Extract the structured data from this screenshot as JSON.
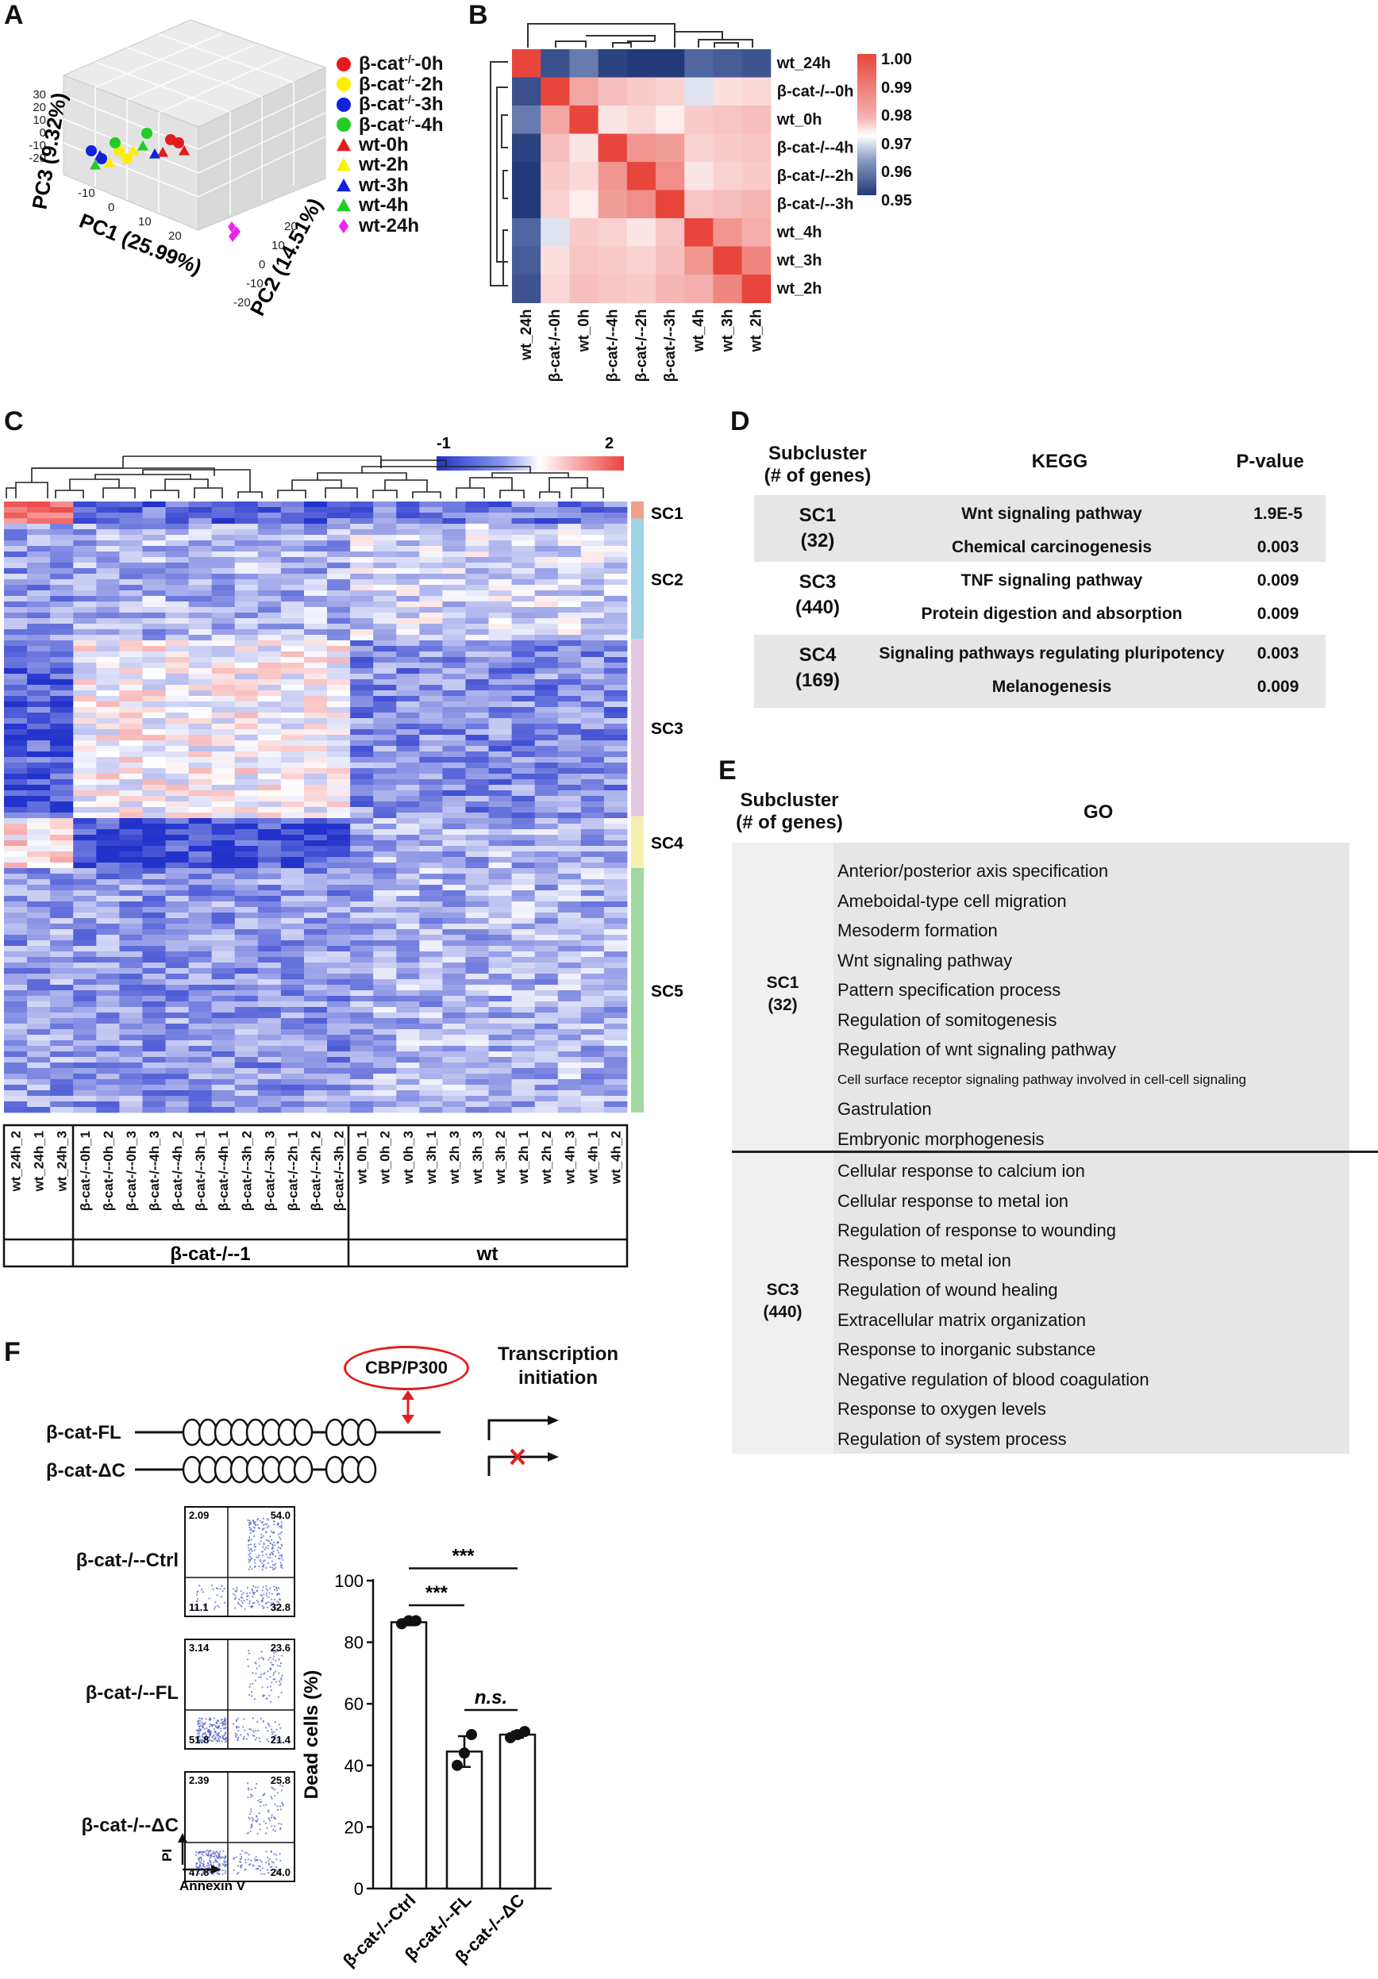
{
  "panels": {
    "A": "A",
    "B": "B",
    "C": "C",
    "D": "D",
    "E": "E",
    "F": "F"
  },
  "colors": {
    "red": "#e41a1c",
    "yellow": "#ffee00",
    "blue": "#1122dd",
    "green": "#22cc22",
    "magenta": "#ee22ee",
    "heat_hi": "#e8463c",
    "heat_lo": "#233a7a",
    "pc_gray": "#e0e0e0"
  },
  "panel_a": {
    "pc1_label": "PC1 (25.99%)",
    "pc2_label": "PC2 (14.51%)",
    "pc3_label": "PC3 (9.32%)",
    "pc3_ticks": [
      "30",
      "20",
      "10",
      "0",
      "-10",
      "-20"
    ],
    "pc1_ticks": [
      "-10",
      "0",
      "10",
      "20"
    ],
    "pc2_ticks": [
      "20",
      "10",
      "0",
      "-10",
      "-20"
    ],
    "legend": [
      {
        "label": "β-cat",
        "sup": "-/-",
        "suffix": "-0h",
        "shape": "circle",
        "color": "#e41a1c"
      },
      {
        "label": "β-cat",
        "sup": "-/-",
        "suffix": "-2h",
        "shape": "circle",
        "color": "#ffee00"
      },
      {
        "label": "β-cat",
        "sup": "-/-",
        "suffix": "-3h",
        "shape": "circle",
        "color": "#1122dd"
      },
      {
        "label": "β-cat",
        "sup": "-/-",
        "suffix": "-4h",
        "shape": "circle",
        "color": "#22cc22"
      },
      {
        "label": "wt-0h",
        "sup": "",
        "suffix": "",
        "shape": "triangle",
        "color": "#e41a1c"
      },
      {
        "label": "wt-2h",
        "sup": "",
        "suffix": "",
        "shape": "triangle",
        "color": "#ffee00"
      },
      {
        "label": "wt-3h",
        "sup": "",
        "suffix": "",
        "shape": "triangle",
        "color": "#1122dd"
      },
      {
        "label": "wt-4h",
        "sup": "",
        "suffix": "",
        "shape": "triangle",
        "color": "#22cc22"
      },
      {
        "label": "wt-24h",
        "sup": "",
        "suffix": "",
        "shape": "diamond",
        "color": "#ee22ee"
      }
    ]
  },
  "panel_b": {
    "row_labels": [
      "wt_24h",
      "β-cat-/--0h",
      "wt_0h",
      "β-cat-/--4h",
      "β-cat-/--2h",
      "β-cat-/--3h",
      "wt_4h",
      "wt_3h",
      "wt_2h"
    ],
    "col_labels": [
      "wt_24h",
      "β-cat-/--0h",
      "wt_0h",
      "β-cat-/--4h",
      "β-cat-/--2h",
      "β-cat-/--3h",
      "wt_4h",
      "wt_3h",
      "wt_2h"
    ],
    "scale_ticks": [
      "1.00",
      "0.99",
      "0.98",
      "0.97",
      "0.96",
      "0.95"
    ],
    "matrix": [
      [
        1.0,
        0.955,
        0.962,
        0.952,
        0.95,
        0.949,
        0.96,
        0.958,
        0.956
      ],
      [
        0.955,
        1.0,
        0.988,
        0.985,
        0.983,
        0.982,
        0.972,
        0.98,
        0.981
      ],
      [
        0.962,
        0.988,
        1.0,
        0.979,
        0.981,
        0.978,
        0.983,
        0.984,
        0.985
      ],
      [
        0.952,
        0.985,
        0.979,
        1.0,
        0.99,
        0.989,
        0.982,
        0.983,
        0.984
      ],
      [
        0.95,
        0.983,
        0.981,
        0.99,
        1.0,
        0.991,
        0.979,
        0.982,
        0.983
      ],
      [
        0.949,
        0.982,
        0.978,
        0.989,
        0.991,
        1.0,
        0.984,
        0.985,
        0.986
      ],
      [
        0.96,
        0.972,
        0.983,
        0.982,
        0.979,
        0.984,
        1.0,
        0.99,
        0.987
      ],
      [
        0.958,
        0.98,
        0.984,
        0.983,
        0.982,
        0.985,
        0.99,
        1.0,
        0.992
      ],
      [
        0.956,
        0.981,
        0.985,
        0.984,
        0.983,
        0.986,
        0.987,
        0.992,
        1.0
      ]
    ]
  },
  "panel_c": {
    "scale_min": "-1",
    "scale_max": "2",
    "clusters": [
      "SC1",
      "SC2",
      "SC3",
      "SC4",
      "SC5"
    ],
    "columns": [
      "wt_24h_2",
      "wt_24h_1",
      "wt_24h_3",
      "β-cat-/--0h_1",
      "β-cat-/--0h_2",
      "β-cat-/--0h_3",
      "β-cat-/--4h_3",
      "β-cat-/--4h_2",
      "β-cat-/--3h_1",
      "β-cat-/--4h_1",
      "β-cat-/--3h_2",
      "β-cat-/--3h_3",
      "β-cat-/--2h_1",
      "β-cat-/--2h_2",
      "β-cat-/--3h_2",
      "wt_0h_1",
      "wt_0h_2",
      "wt_0h_3",
      "wt_3h_1",
      "wt_2h_3",
      "wt_3h_3",
      "wt_3h_2",
      "wt_2h_1",
      "wt_2h_2",
      "wt_4h_3",
      "wt_4h_1",
      "wt_4h_2"
    ],
    "groups": [
      "",
      "β-cat-/--1",
      "wt"
    ]
  },
  "panel_d": {
    "header": {
      "c1": "Subcluster\n(# of genes)",
      "c2": "KEGG",
      "c3": "P-value"
    },
    "rows": [
      {
        "cluster": "SC1",
        "count": "(32)",
        "terms": [
          "Wnt signaling pathway",
          "Chemical carcinogenesis"
        ],
        "p": [
          "1.9E-5",
          "0.003"
        ]
      },
      {
        "cluster": "SC3",
        "count": "(440)",
        "terms": [
          "TNF signaling pathway",
          "Protein digestion and absorption"
        ],
        "p": [
          "0.009",
          "0.009"
        ]
      },
      {
        "cluster": "SC4",
        "count": "(169)",
        "terms": [
          "Signaling pathways regulating pluripotency",
          "Melanogenesis"
        ],
        "p": [
          "0.003",
          "0.009"
        ]
      }
    ]
  },
  "panel_e": {
    "header": {
      "c1": "Subcluster\n(# of genes)",
      "c2": "GO"
    },
    "sc1": {
      "cluster": "SC1",
      "count": "(32)",
      "terms": [
        "Anterior/posterior axis specification",
        "Ameboidal-type cell migration",
        "Mesoderm formation",
        "Wnt signaling pathway",
        "Pattern specification process",
        "Regulation of somitogenesis",
        "Regulation of wnt signaling pathway",
        "Cell surface receptor signaling pathway involved in cell-cell signaling",
        "Gastrulation",
        "Embryonic morphogenesis"
      ]
    },
    "sc3": {
      "cluster": "SC3",
      "count": "(440)",
      "terms": [
        "Cellular response to calcium ion",
        "Cellular response to metal ion",
        "Regulation of response to wounding",
        "Response to metal ion",
        "Regulation of wound healing",
        "Extracellular matrix organization",
        "Response to inorganic substance",
        "Negative regulation of blood coagulation",
        "Response to oxygen levels",
        "Regulation of system process"
      ]
    }
  },
  "panel_f": {
    "cbp": "CBP/P300",
    "transcription": "Transcription\ninitiation",
    "fl_label": "β-cat-FL",
    "dc_label": "β-cat-ΔC",
    "flow": [
      {
        "label": "β-cat-/--Ctrl",
        "q": [
          "2.09",
          "54.0",
          "11.1",
          "32.8"
        ]
      },
      {
        "label": "β-cat-/--FL",
        "q": [
          "3.14",
          "23.6",
          "51.8",
          "21.4"
        ]
      },
      {
        "label": "β-cat-/--ΔC",
        "q": [
          "2.39",
          "25.8",
          "47.8",
          "24.0"
        ]
      }
    ],
    "flow_x": "Annexin V",
    "flow_y": "PI"
  },
  "chart_data": {
    "type": "bar",
    "categories": [
      "β-cat-/--Ctrl",
      "β-cat-/--FL",
      "β-cat-/--ΔC"
    ],
    "values": [
      86.5,
      44.5,
      50
    ],
    "points": [
      [
        86,
        87,
        87
      ],
      [
        40,
        44,
        50
      ],
      [
        49,
        50,
        51
      ]
    ],
    "errors": [
      1,
      5,
      1
    ],
    "ylabel": "Dead cells (%)",
    "ylim": [
      0,
      100
    ],
    "yticks": [
      0,
      20,
      40,
      60,
      80,
      100
    ],
    "annotations": [
      "***",
      "***",
      "n.s."
    ]
  }
}
